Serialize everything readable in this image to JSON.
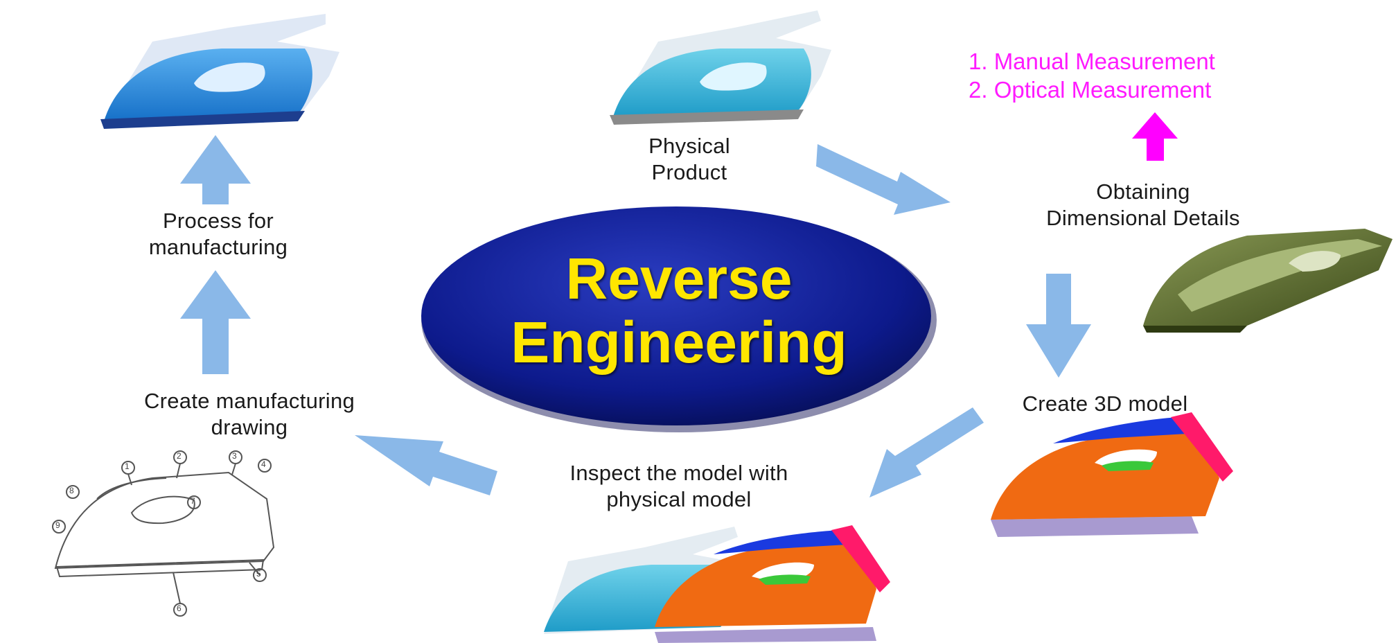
{
  "title": {
    "line1": "Reverse",
    "line2": "Engineering"
  },
  "steps": {
    "physical_product": {
      "line1": "Physical",
      "line2": "Product"
    },
    "obtaining_dimensions": {
      "line1": "Obtaining",
      "line2": "Dimensional Details"
    },
    "create_3d_model": {
      "line1": "Create 3D model"
    },
    "inspect": {
      "line1": "Inspect the model with",
      "line2": "physical model"
    },
    "manufacturing_drawing": {
      "line1": "Create manufacturing",
      "line2": "drawing"
    },
    "process": {
      "line1": "Process for",
      "line2": "manufacturing"
    }
  },
  "measurement_methods": [
    "1. Manual Measurement",
    "2. Optical Measurement"
  ],
  "drawing_callouts": [
    "1",
    "2",
    "3",
    "4",
    "5",
    "6",
    "7",
    "8",
    "9"
  ],
  "colors": {
    "ellipse": "#0d1a8c",
    "title_text": "#ffe600",
    "arrow_blue": "#8ab8e8",
    "arrow_magenta": "#ff00ff",
    "measure_text": "#ff1aff",
    "iron_blue": "#1e88d8",
    "model_orange": "#f06a12",
    "model_green": "#5a6a2a"
  }
}
